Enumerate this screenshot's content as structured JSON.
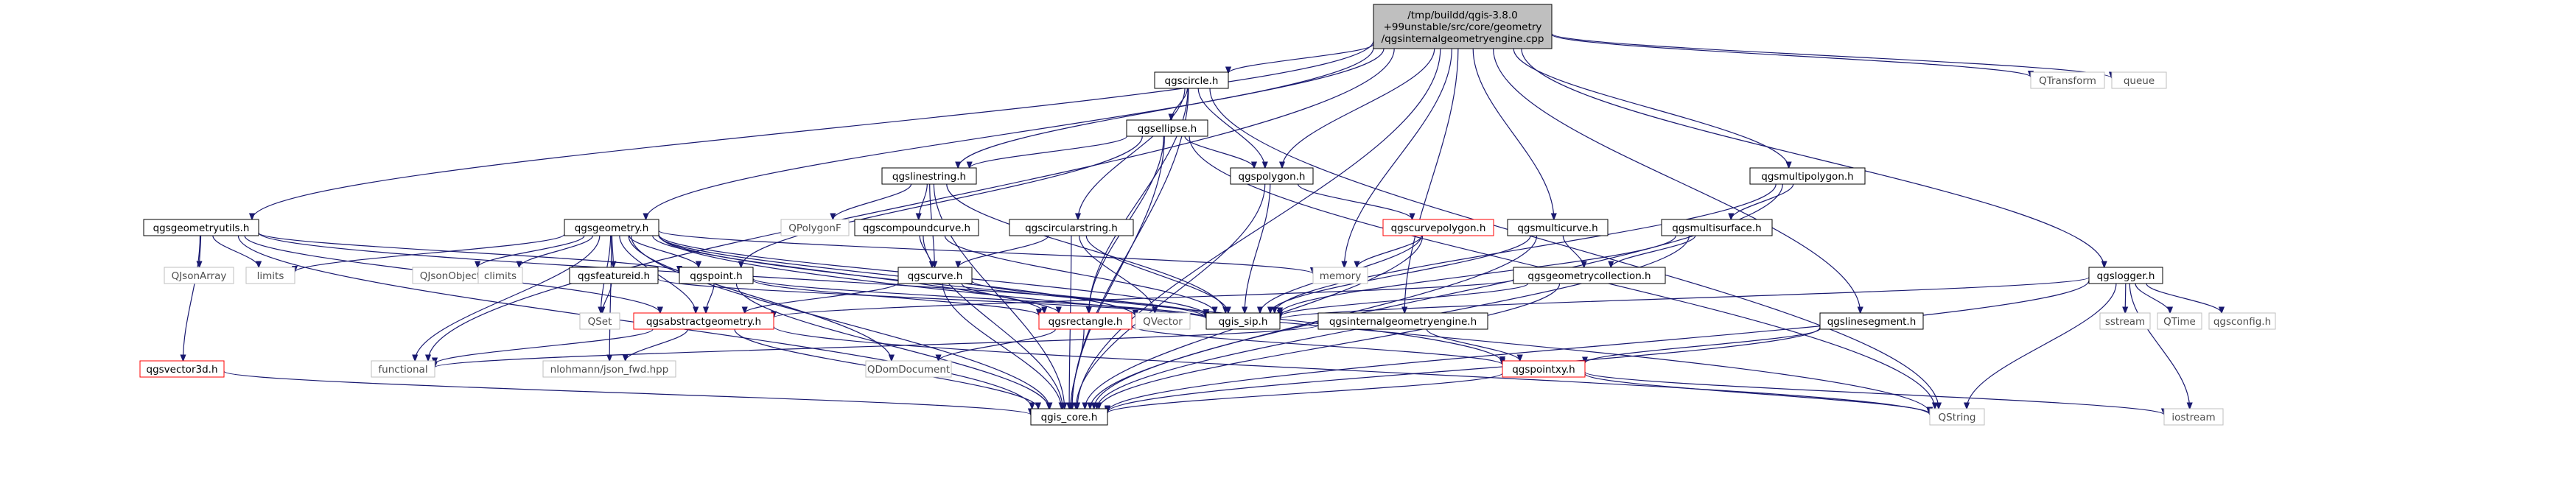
{
  "focus_file": [
    "/tmp/buildd/qgis-3.8.0",
    "+99unstable/src/core/geometry",
    "/qgsinternalgeometryengine.cpp"
  ],
  "colors": {
    "edge": "#191970",
    "node_border": "#000000",
    "focus_fill": "#bfbfbf",
    "external_border": "#bfbfbf",
    "truncated_border": "#ff0000"
  },
  "nodes": [
    {
      "id": "root",
      "label": "/tmp/buildd/qgis-3.8.0\n+99unstable/src/core/geometry\n/qgsinternalgeometryengine.cpp",
      "kind": "focus"
    },
    {
      "id": "qgscircle",
      "label": "qgscircle.h",
      "kind": "normal"
    },
    {
      "id": "qtransform",
      "label": "QTransform",
      "kind": "ext"
    },
    {
      "id": "queue",
      "label": "queue",
      "kind": "ext"
    },
    {
      "id": "qgsellipse",
      "label": "qgsellipse.h",
      "kind": "normal"
    },
    {
      "id": "qgslinestring",
      "label": "qgslinestring.h",
      "kind": "normal"
    },
    {
      "id": "qgspolygon",
      "label": "qgspolygon.h",
      "kind": "normal"
    },
    {
      "id": "qgsmultipolygon",
      "label": "qgsmultipolygon.h",
      "kind": "normal"
    },
    {
      "id": "qgsgeometryutils",
      "label": "qgsgeometryutils.h",
      "kind": "normal"
    },
    {
      "id": "qgsgeometry",
      "label": "qgsgeometry.h",
      "kind": "normal"
    },
    {
      "id": "qpolygonf",
      "label": "QPolygonF",
      "kind": "ext"
    },
    {
      "id": "qgscompoundcurve",
      "label": "qgscompoundcurve.h",
      "kind": "normal"
    },
    {
      "id": "qgscircularstring",
      "label": "qgscircularstring.h",
      "kind": "normal"
    },
    {
      "id": "qgscurvepolygon",
      "label": "qgscurvepolygon.h",
      "kind": "trunc"
    },
    {
      "id": "qgsmulticurve",
      "label": "qgsmulticurve.h",
      "kind": "normal"
    },
    {
      "id": "qgsmultisurface",
      "label": "qgsmultisurface.h",
      "kind": "normal"
    },
    {
      "id": "qgslogger",
      "label": "qgslogger.h",
      "kind": "normal"
    },
    {
      "id": "qjsonarray",
      "label": "QJsonArray",
      "kind": "ext"
    },
    {
      "id": "limits",
      "label": "limits",
      "kind": "ext"
    },
    {
      "id": "qjsonobject",
      "label": "QJsonObject",
      "kind": "ext"
    },
    {
      "id": "climits",
      "label": "climits",
      "kind": "ext"
    },
    {
      "id": "qgsfeatureid",
      "label": "qgsfeatureid.h",
      "kind": "normal"
    },
    {
      "id": "qgspoint",
      "label": "qgspoint.h",
      "kind": "normal"
    },
    {
      "id": "qgscurve",
      "label": "qgscurve.h",
      "kind": "normal"
    },
    {
      "id": "memory",
      "label": "memory",
      "kind": "ext"
    },
    {
      "id": "qgsgeometrycollection",
      "label": "qgsgeometrycollection.h",
      "kind": "normal"
    },
    {
      "id": "qset",
      "label": "QSet",
      "kind": "ext"
    },
    {
      "id": "qvector",
      "label": "QVector",
      "kind": "ext"
    },
    {
      "id": "qgis_sip",
      "label": "qgis_sip.h",
      "kind": "normal"
    },
    {
      "id": "sstream",
      "label": "sstream",
      "kind": "ext"
    },
    {
      "id": "qtime",
      "label": "QTime",
      "kind": "ext"
    },
    {
      "id": "qgsconfig",
      "label": "qgsconfig.h",
      "kind": "ext"
    },
    {
      "id": "qgsabstractgeometry",
      "label": "qgsabstractgeometry.h",
      "kind": "trunc"
    },
    {
      "id": "qgsrectangle",
      "label": "qgsrectangle.h",
      "kind": "trunc"
    },
    {
      "id": "qgsinternalgeometryengine",
      "label": "qgsinternalgeometryengine.h",
      "kind": "normal"
    },
    {
      "id": "qgslinesegment",
      "label": "qgslinesegment.h",
      "kind": "normal"
    },
    {
      "id": "qgsvector3d",
      "label": "qgsvector3d.h",
      "kind": "trunc"
    },
    {
      "id": "functional",
      "label": "functional",
      "kind": "ext"
    },
    {
      "id": "nlohmann",
      "label": "nlohmann/json_fwd.hpp",
      "kind": "ext"
    },
    {
      "id": "qdomdocument",
      "label": "QDomDocument",
      "kind": "ext"
    },
    {
      "id": "qgspointxy",
      "label": "qgspointxy.h",
      "kind": "trunc"
    },
    {
      "id": "qgis_core",
      "label": "qgis_core.h",
      "kind": "normal"
    },
    {
      "id": "qstring",
      "label": "QString",
      "kind": "ext"
    },
    {
      "id": "iostream",
      "label": "iostream",
      "kind": "ext"
    }
  ],
  "edges": [
    [
      "root",
      "qgscircle"
    ],
    [
      "root",
      "qtransform"
    ],
    [
      "root",
      "queue"
    ],
    [
      "root",
      "qgslinestring"
    ],
    [
      "root",
      "qgspolygon"
    ],
    [
      "root",
      "qgsmultipolygon"
    ],
    [
      "root",
      "qgsgeometryutils"
    ],
    [
      "root",
      "qgsgeometry"
    ],
    [
      "root",
      "qgsmulticurve"
    ],
    [
      "root",
      "qgslogger"
    ],
    [
      "root",
      "memory"
    ],
    [
      "root",
      "qgsinternalgeometryengine"
    ],
    [
      "root",
      "qgslinesegment"
    ],
    [
      "root",
      "functional"
    ],
    [
      "root",
      "qgis_core"
    ],
    [
      "qgscircle",
      "qgsellipse"
    ],
    [
      "qgscircle",
      "qgspolygon"
    ],
    [
      "qgscircle",
      "qgscircularstring"
    ],
    [
      "qgscircle",
      "qgsrectangle"
    ],
    [
      "qgscircle",
      "qgis_core"
    ],
    [
      "qgscircle",
      "qstring"
    ],
    [
      "qgsellipse",
      "qgspolygon"
    ],
    [
      "qgsellipse",
      "qgslinestring"
    ],
    [
      "qgsellipse",
      "qgspoint"
    ],
    [
      "qgsellipse",
      "qgsrectangle"
    ],
    [
      "qgsellipse",
      "qgis_core"
    ],
    [
      "qgsellipse",
      "qstring"
    ],
    [
      "qgslinestring",
      "qpolygonf"
    ],
    [
      "qgslinestring",
      "qgscompoundcurve"
    ],
    [
      "qgslinestring",
      "qgscurve"
    ],
    [
      "qgslinestring",
      "qgis_sip"
    ],
    [
      "qgslinestring",
      "qgis_core"
    ],
    [
      "qgspolygon",
      "qgscurvepolygon"
    ],
    [
      "qgspolygon",
      "qgis_sip"
    ],
    [
      "qgspolygon",
      "qgis_core"
    ],
    [
      "qgscurvepolygon",
      "memory"
    ],
    [
      "qgscurvepolygon",
      "qgis_sip"
    ],
    [
      "qgscurvepolygon",
      "qgis_core"
    ],
    [
      "qgsmultipolygon",
      "qgsmultisurface"
    ],
    [
      "qgsmultipolygon",
      "qgis_sip"
    ],
    [
      "qgsmultipolygon",
      "qgis_core"
    ],
    [
      "qgsmultisurface",
      "qgsgeometrycollection"
    ],
    [
      "qgsmultisurface",
      "qgis_sip"
    ],
    [
      "qgsmultisurface",
      "qgis_core"
    ],
    [
      "qgsmulticurve",
      "qgsgeometrycollection"
    ],
    [
      "qgsmulticurve",
      "qgis_sip"
    ],
    [
      "qgsmulticurve",
      "qgis_core"
    ],
    [
      "qgsgeometrycollection",
      "qgsabstractgeometry"
    ],
    [
      "qgsgeometrycollection",
      "qgis_sip"
    ],
    [
      "qgsgeometrycollection",
      "qgis_core"
    ],
    [
      "qgscompoundcurve",
      "qgscurve"
    ],
    [
      "qgscompoundcurve",
      "qgis_sip"
    ],
    [
      "qgscompoundcurve",
      "qgis_core"
    ],
    [
      "qgscircularstring",
      "qgscurve"
    ],
    [
      "qgscircularstring",
      "qgis_sip"
    ],
    [
      "qgscircularstring",
      "qvector"
    ],
    [
      "qgscircularstring",
      "qgis_core"
    ],
    [
      "qgsgeometryutils",
      "qjsonarray"
    ],
    [
      "qgsgeometryutils",
      "limits"
    ],
    [
      "qgsgeometryutils",
      "qgspoint"
    ],
    [
      "qgsgeometryutils",
      "qgsvector3d"
    ],
    [
      "qgsgeometryutils",
      "qgsabstractgeometry"
    ],
    [
      "qgsgeometryutils",
      "qgis_sip"
    ],
    [
      "qgsgeometryutils",
      "qgis_core"
    ],
    [
      "qgsgeometry",
      "limits"
    ],
    [
      "qgsgeometry",
      "qjsonobject"
    ],
    [
      "qgsgeometry",
      "climits"
    ],
    [
      "qgsgeometry",
      "qgsfeatureid"
    ],
    [
      "qgsgeometry",
      "qgspoint"
    ],
    [
      "qgsgeometry",
      "qset"
    ],
    [
      "qgsgeometry",
      "qgsabstractgeometry"
    ],
    [
      "qgsgeometry",
      "qgsrectangle"
    ],
    [
      "qgsgeometry",
      "functional"
    ],
    [
      "qgsgeometry",
      "nlohmann"
    ],
    [
      "qgsgeometry",
      "qdomdocument"
    ],
    [
      "qgsgeometry",
      "qvector"
    ],
    [
      "qgsgeometry",
      "qgis_sip"
    ],
    [
      "qgsgeometry",
      "qgspointxy"
    ],
    [
      "qgsgeometry",
      "memory"
    ],
    [
      "qgsgeometry",
      "qstring"
    ],
    [
      "qgsgeometry",
      "qgis_core"
    ],
    [
      "qgsfeatureid",
      "qset"
    ],
    [
      "qgsfeatureid",
      "qgis_sip"
    ],
    [
      "qgspoint",
      "qgsabstractgeometry"
    ],
    [
      "qgspoint",
      "qgsrectangle"
    ],
    [
      "qgspoint",
      "qgis_sip"
    ],
    [
      "qgspoint",
      "qgis_core"
    ],
    [
      "qgscurve",
      "qgsabstractgeometry"
    ],
    [
      "qgscurve",
      "qgsrectangle"
    ],
    [
      "qgscurve",
      "qgis_sip"
    ],
    [
      "qgscurve",
      "qgis_core"
    ],
    [
      "qgsabstractgeometry",
      "functional"
    ],
    [
      "qgsabstractgeometry",
      "nlohmann"
    ],
    [
      "qgsabstractgeometry",
      "qgis_core"
    ],
    [
      "qgsabstractgeometry",
      "qstring"
    ],
    [
      "qgsrectangle",
      "qdomdocument"
    ],
    [
      "qgsrectangle",
      "qgspointxy"
    ],
    [
      "qgsrectangle",
      "qgis_core"
    ],
    [
      "qgsinternalgeometryengine",
      "functional"
    ],
    [
      "qgsinternalgeometryengine",
      "qgspointxy"
    ],
    [
      "qgslinesegment",
      "qgspointxy"
    ],
    [
      "qgslinesegment",
      "qgis_core"
    ],
    [
      "qgspointxy",
      "qgis_core"
    ],
    [
      "qgspointxy",
      "qstring"
    ],
    [
      "qgspointxy",
      "iostream"
    ],
    [
      "qgsvector3d",
      "qgis_core"
    ],
    [
      "qgslogger",
      "sstream"
    ],
    [
      "qgslogger",
      "qtime"
    ],
    [
      "qgslogger",
      "qgsconfig"
    ],
    [
      "qgslogger",
      "qgis_core"
    ],
    [
      "qgslogger",
      "qgis_sip"
    ],
    [
      "qgslogger",
      "qstring"
    ],
    [
      "qgslogger",
      "iostream"
    ]
  ]
}
